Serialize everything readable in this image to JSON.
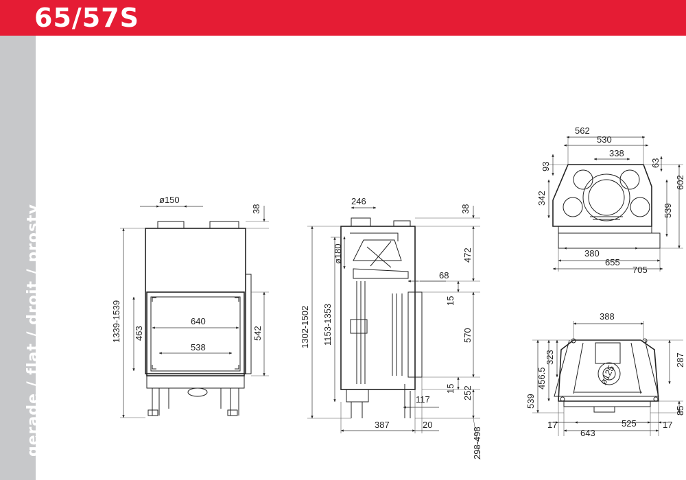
{
  "header": {
    "model": "65/57S",
    "color": "#e51c34"
  },
  "sidebar": {
    "label": "gerade / flat / droit / prosty",
    "color": "#c7c8ca"
  },
  "front_view": {
    "flue_diameter": "ø150",
    "top_offset": "38",
    "height_range": "1339-1539",
    "glass_height": "463",
    "glass_width_outer": "640",
    "glass_width_inner": "538",
    "door_height": "542"
  },
  "side_view": {
    "flue_offset": "246",
    "top_offset": "38",
    "height_range_total": "1302-1502",
    "height_range_body": "1153-1353",
    "outlet_diameter": "ø180",
    "upper_height": "472",
    "frame_offset": "68",
    "gap_top": "15",
    "door_height": "570",
    "gap_bottom": "15",
    "base_height": "252",
    "base_offset": "117",
    "legs_range": "298-498",
    "depth": "387",
    "frame_depth": "20"
  },
  "top_view": {
    "width_outer": "562",
    "width_mid": "530",
    "width_inner": "338",
    "left_offset": "93",
    "right_offset": "63",
    "depth_left": "342",
    "depth_right_total": "602",
    "depth_right": "539",
    "base_width_inner": "380",
    "base_width": "655",
    "base_width_outer": "705"
  },
  "bottom_view": {
    "width_top": "388",
    "height_upper": "323",
    "height_mid": "456.5",
    "height_total": "539",
    "height_right": "287",
    "flue_diameter": "ø125",
    "left_margin": "17",
    "width_total": "643",
    "width_inner": "525",
    "right_margin": "17",
    "base_height": "85"
  }
}
